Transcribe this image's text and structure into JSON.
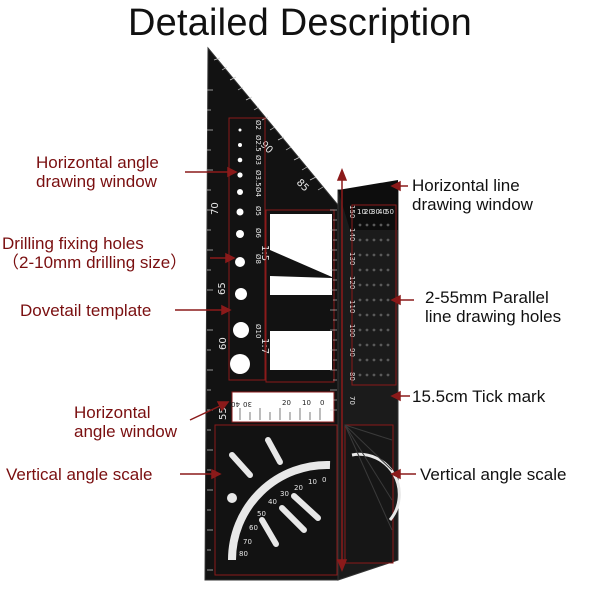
{
  "title": "Detailed Description",
  "labels": {
    "horizontal_angle_drawing_window": [
      "Horizontal angle",
      "drawing window"
    ],
    "drilling_fixing_holes": [
      "Drilling fixing holes",
      "（2-10mm drilling size）"
    ],
    "dovetail_template": "Dovetail template",
    "horizontal_angle_window": [
      "Horizontal",
      "angle window"
    ],
    "vertical_angle_scale_left": "Vertical angle scale",
    "horizontal_line_drawing_window": [
      "Horizontal line",
      "drawing window"
    ],
    "parallel_line_drawing_holes": [
      "2-55mm Parallel",
      "line drawing holes"
    ],
    "tick_mark": "15.5cm Tick mark",
    "vertical_angle_scale_right": "Vertical angle scale"
  },
  "tool_markings": {
    "hole_sizes": [
      "Ø2",
      "Ø2.5",
      "Ø3",
      "Ø3.5",
      "Ø4",
      "Ø5",
      "Ø6",
      "Ø8",
      "Ø10"
    ],
    "dovetail_ratios": [
      "1:5",
      "1:7"
    ],
    "angle_marks_diagonal": [
      "90",
      "85"
    ],
    "angle_marks_left": [
      "70",
      "65",
      "60",
      "55"
    ],
    "horizontal_window_scale": [
      "30",
      "40",
      "20",
      "10",
      "0"
    ],
    "ruler_numbers": [
      "150",
      "140",
      "130",
      "120",
      "110",
      "100",
      "90",
      "80",
      "70"
    ],
    "protractor_numbers": [
      "0",
      "10",
      "20",
      "30",
      "40",
      "50",
      "60",
      "70",
      "80"
    ],
    "top_row_numbers": [
      "10",
      "20",
      "30",
      "40",
      "50"
    ]
  },
  "colors": {
    "tool_body": "#121212",
    "leader_line": "#8b1a1a",
    "label_text": "#7a0f10",
    "marking": "#e8e8e8"
  }
}
